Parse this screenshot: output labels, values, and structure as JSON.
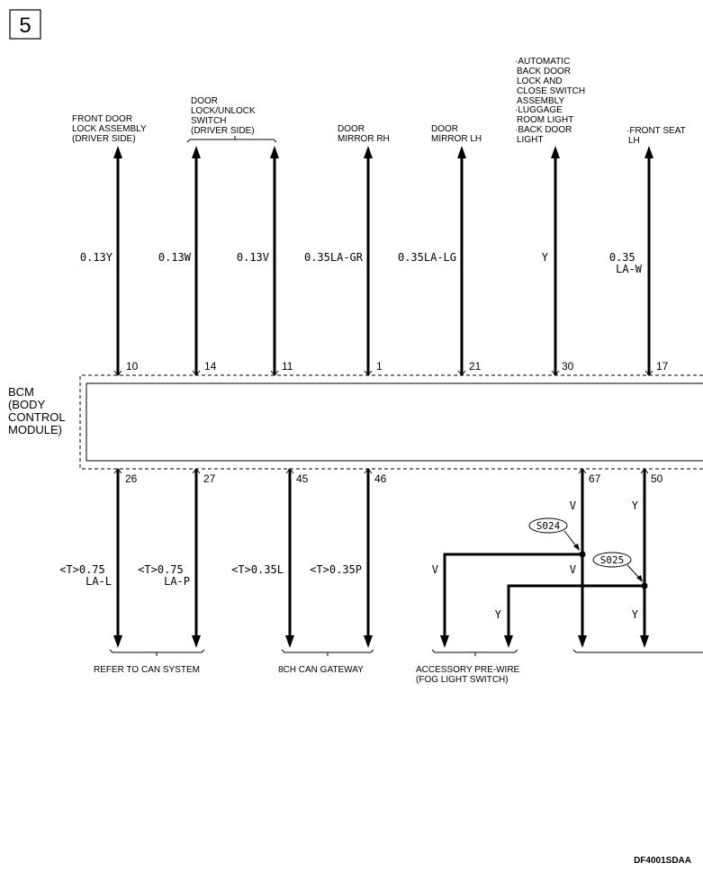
{
  "page_number": "5",
  "diagram_code": "DF4001SDAA",
  "bcm": {
    "lines": [
      "BCM",
      "(BODY",
      "CONTROL",
      "MODULE)"
    ]
  },
  "top_connectors": [
    {
      "pin": "10",
      "wire": [
        "0.13Y"
      ],
      "dest": [
        "FRONT DOOR",
        "LOCK ASSEMBLY",
        "(DRIVER SIDE)"
      ]
    },
    {
      "pin": "14",
      "wire": [
        "0.13W"
      ],
      "dest": []
    },
    {
      "pin": "11",
      "wire": [
        "0.13V"
      ],
      "dest": []
    },
    {
      "pin": "1",
      "wire": [
        "0.35LA-GR"
      ],
      "dest": [
        "DOOR",
        "MIRROR RH"
      ]
    },
    {
      "pin": "21",
      "wire": [
        "0.35LA-LG"
      ],
      "dest": [
        "DOOR",
        "MIRROR LH"
      ]
    },
    {
      "pin": "30",
      "wire": [
        "Y"
      ],
      "dest": [
        "·AUTOMATIC",
        "BACK DOOR",
        "LOCK AND",
        "CLOSE SWITCH",
        "ASSEMBLY",
        "·LUGGAGE",
        "ROOM LIGHT",
        "·BACK DOOR",
        "LIGHT"
      ]
    },
    {
      "pin": "17",
      "wire": [
        "0.35",
        "LA-W"
      ],
      "dest": [
        "·FRONT SEAT",
        "LH"
      ]
    }
  ],
  "group_top_label": [
    "DOOR",
    "LOCK/UNLOCK",
    "SWITCH",
    "(DRIVER SIDE)"
  ],
  "bottom_connectors": [
    {
      "pin": "26",
      "wire": [
        "<T>0.75",
        "LA-L"
      ]
    },
    {
      "pin": "27",
      "wire": [
        "<T>0.75",
        "LA-P"
      ]
    },
    {
      "pin": "45",
      "wire": [
        "<T>0.35L"
      ]
    },
    {
      "pin": "46",
      "wire": [
        "<T>0.35P"
      ]
    },
    {
      "pin": "67",
      "wire": [
        "V"
      ]
    },
    {
      "pin": "50",
      "wire": [
        "Y"
      ]
    }
  ],
  "splices": [
    "S024",
    "S025"
  ],
  "branch_wires": {
    "v_upper": "V",
    "v_lower": "V",
    "v_left": "V",
    "y_lower": "Y",
    "y_left": "Y"
  },
  "bottom_groups": [
    {
      "label": [
        "REFER TO CAN SYSTEM"
      ]
    },
    {
      "label": [
        "8CH CAN GATEWAY"
      ]
    },
    {
      "label": [
        "ACCESSORY PRE-WIRE",
        "(FOG LIGHT SWITCH)"
      ]
    }
  ]
}
